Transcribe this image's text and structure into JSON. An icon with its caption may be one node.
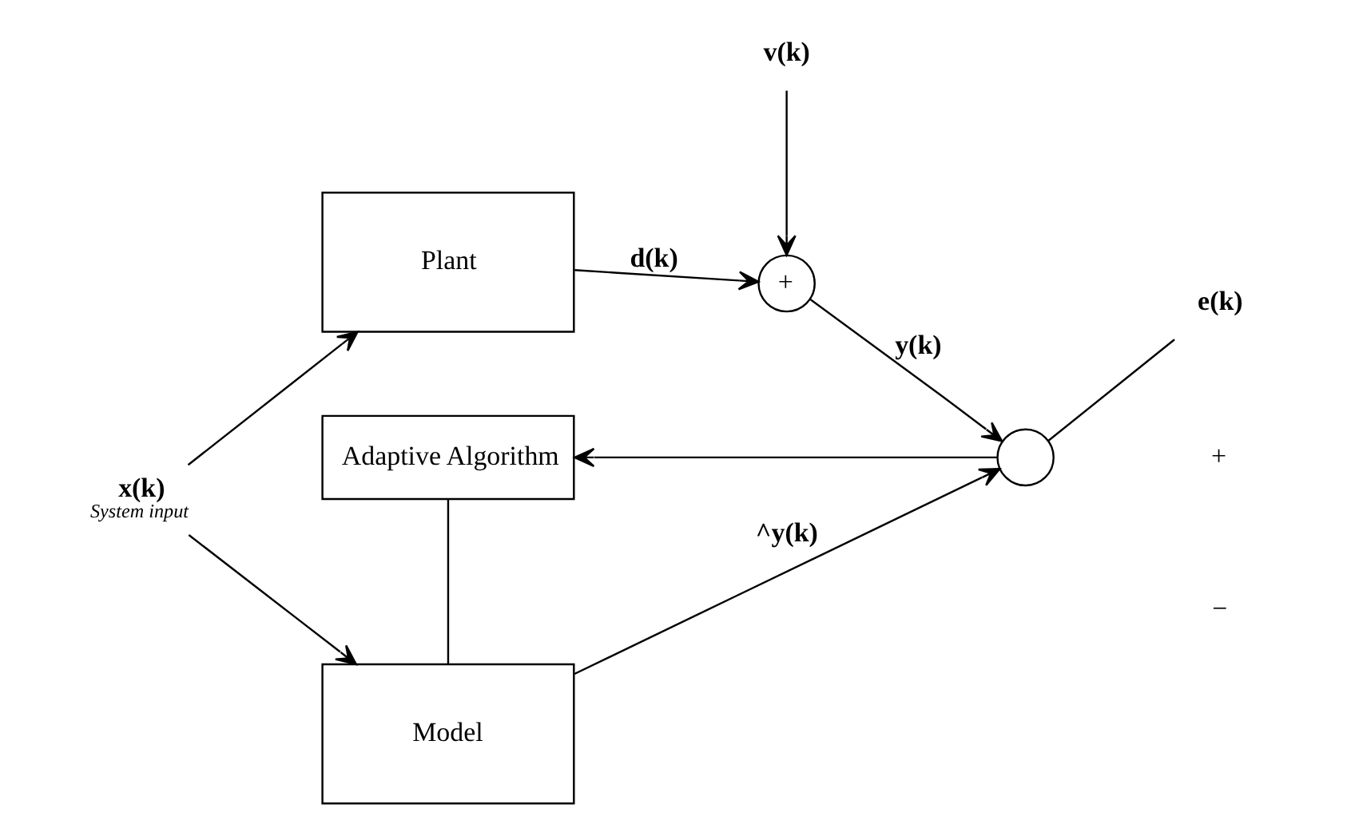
{
  "diagram": {
    "nodes": [
      {
        "text": [
          "x(k)"
        ],
        "beside": [
          "System input"
        ]
      },
      {
        "text": [
          "Plant"
        ]
      },
      {
        "text": [
          "Model"
        ]
      },
      {
        "text": [
          "Adaptive Algorithm"
        ]
      },
      {
        "text": [
          "v(k)"
        ]
      },
      {
        "text": [
          "+"
        ]
      },
      {
        "text": [],
        "shape": "circle"
      },
      {
        "text": [
          "e(k)"
        ]
      }
    ],
    "edges": [
      {
        "from": 0,
        "to": 1,
        "arrow": "to"
      },
      {
        "from": 0,
        "to": 2,
        "arrow": "to"
      },
      {
        "from": 1,
        "to": 5,
        "arrow": "to",
        "label": "d(k)"
      },
      {
        "from": 4,
        "to": 5,
        "arrow": "to"
      },
      {
        "from": 5,
        "to": 6,
        "arrow": "to",
        "label": "y(k)"
      },
      {
        "from": 2,
        "to": 6,
        "arrow": "to",
        "label": "^y(k)"
      },
      {
        "from": 6,
        "to": 7,
        "arrow": "none"
      },
      {
        "from": 6,
        "to": 3,
        "arrow": "to"
      },
      {
        "from": 3,
        "to": 2,
        "arrow": "none"
      }
    ],
    "labels": [
      "+",
      "−"
    ]
  }
}
